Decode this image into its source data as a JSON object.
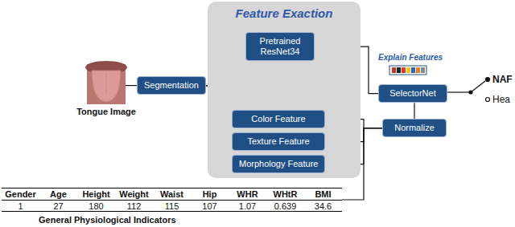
{
  "diagram": {
    "nodes": [
      {
        "text": [
          "Tongue Image"
        ]
      },
      {
        "text": [
          "Segmentation"
        ]
      },
      {
        "text": [
          "Feature Exaction"
        ]
      },
      {
        "text": [
          "Pretrained ResNet34"
        ],
        "in": 2
      },
      {
        "text": [
          "Color Feature"
        ],
        "in": 2
      },
      {
        "text": [
          "Texture Feature"
        ],
        "in": 2
      },
      {
        "text": [
          "Morphology Feature"
        ],
        "in": 2
      },
      {
        "text": [
          "SelectorNet"
        ]
      },
      {
        "text": [
          "Normalize"
        ]
      },
      {
        "text": [
          "General Physiological Indicators"
        ]
      }
    ],
    "edges": [
      {
        "from": 0,
        "to": 1,
        "arrow": "none"
      },
      {
        "from": 1,
        "to": 3,
        "arrow": "none"
      },
      {
        "from": 1,
        "to": 4,
        "arrow": "none"
      },
      {
        "from": 1,
        "to": 5,
        "arrow": "none"
      },
      {
        "from": 1,
        "to": 6,
        "arrow": "none"
      },
      {
        "from": 3,
        "to": 7,
        "arrow": "none"
      },
      {
        "from": 4,
        "to": 8,
        "arrow": "none"
      },
      {
        "from": 5,
        "to": 8,
        "arrow": "none"
      },
      {
        "from": 6,
        "to": 8,
        "arrow": "none"
      },
      {
        "from": 9,
        "to": 8,
        "arrow": "none"
      },
      {
        "from": 8,
        "to": 7,
        "arrow": "none"
      }
    ],
    "labels": [
      "Explain Features",
      "NAF",
      "Hea",
      "Gender",
      "Age",
      "Height",
      "Weight",
      "Waist",
      "Hip",
      "WHR",
      "WHtR",
      "BMI",
      "1",
      "27",
      "180",
      "112",
      "115",
      "107",
      "1.07",
      "0.639",
      "34.6"
    ]
  }
}
